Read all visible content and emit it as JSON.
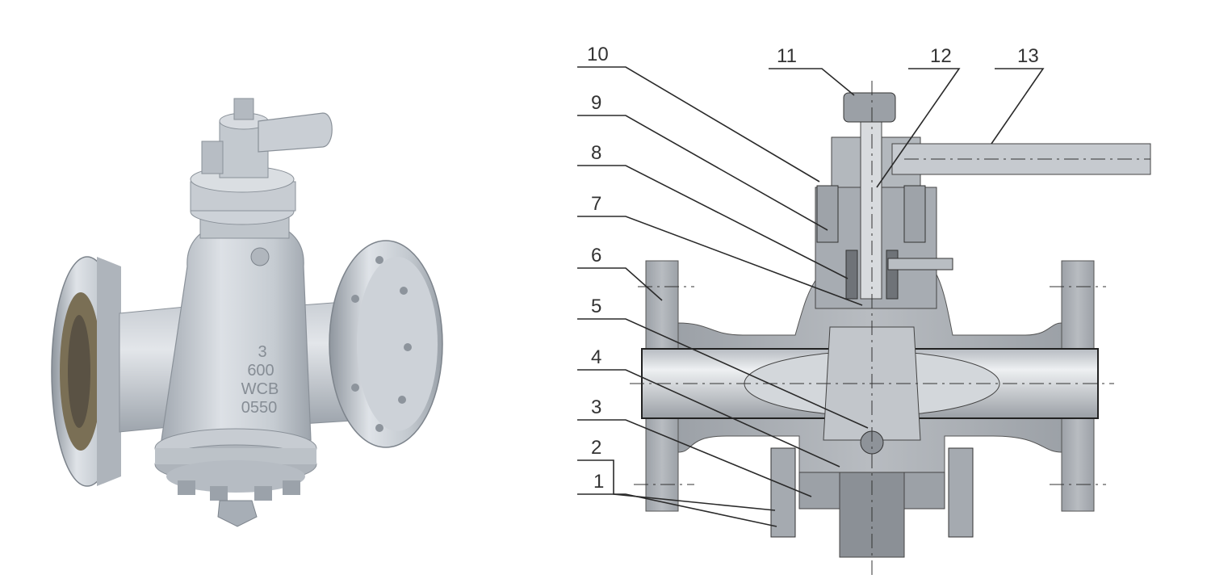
{
  "photo": {
    "body_marking": [
      "3",
      "600",
      "WCB",
      "0550"
    ]
  },
  "diagram": {
    "callouts": [
      {
        "number": "1"
      },
      {
        "number": "2"
      },
      {
        "number": "3"
      },
      {
        "number": "4"
      },
      {
        "number": "5"
      },
      {
        "number": "6"
      },
      {
        "number": "7"
      },
      {
        "number": "8"
      },
      {
        "number": "9"
      },
      {
        "number": "10"
      },
      {
        "number": "11"
      },
      {
        "number": "12"
      },
      {
        "number": "13"
      }
    ]
  },
  "colors": {
    "metal_light": "#d9dde2",
    "metal_mid": "#b9bfc6",
    "metal_dark": "#8d949c",
    "section_fill": "#a9aeb4",
    "section_dark": "#6f7378",
    "line": "#2a2a2a"
  }
}
